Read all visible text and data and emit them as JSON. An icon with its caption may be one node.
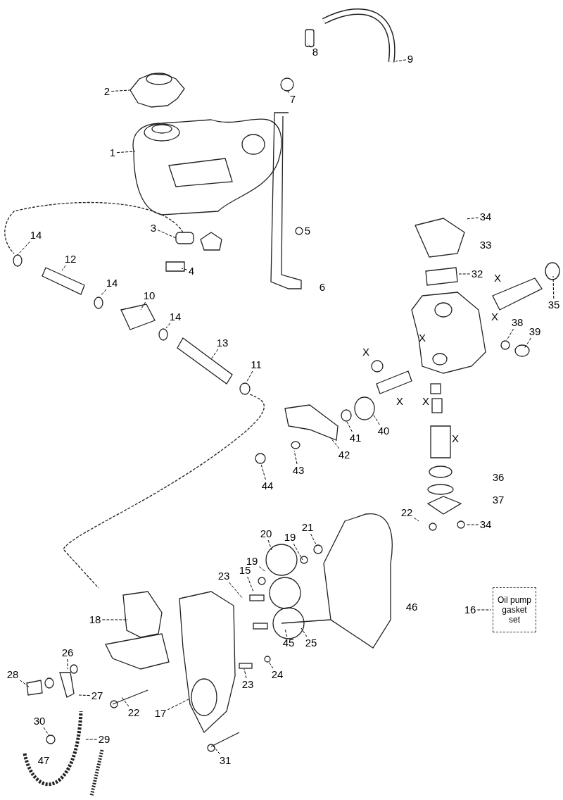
{
  "diagram": {
    "nodes": [
      {
        "text": [
          "8"
        ]
      },
      {
        "text": [
          "9"
        ]
      },
      {
        "text": [
          "2"
        ]
      },
      {
        "text": [
          "7"
        ]
      },
      {
        "text": [
          "1"
        ]
      },
      {
        "text": [
          "3"
        ]
      },
      {
        "text": [
          "14"
        ]
      },
      {
        "text": [
          "12"
        ]
      },
      {
        "text": [
          "4"
        ]
      },
      {
        "text": [
          "14"
        ]
      },
      {
        "text": [
          "10"
        ]
      },
      {
        "text": [
          "14"
        ]
      },
      {
        "text": [
          "13"
        ]
      },
      {
        "text": [
          "11"
        ]
      },
      {
        "text": [
          "32"
        ]
      },
      {
        "text": [
          "34"
        ]
      },
      {
        "text": [
          "35"
        ]
      },
      {
        "text": [
          "38"
        ]
      },
      {
        "text": [
          "39"
        ]
      },
      {
        "text": [
          "40"
        ]
      },
      {
        "text": [
          "41"
        ]
      },
      {
        "text": [
          "42"
        ]
      },
      {
        "text": [
          "43"
        ]
      },
      {
        "text": [
          "44"
        ]
      },
      {
        "text": [
          "22"
        ]
      },
      {
        "text": [
          "34"
        ]
      },
      {
        "text": [
          "20"
        ]
      },
      {
        "text": [
          "21"
        ]
      },
      {
        "text": [
          "19"
        ]
      },
      {
        "text": [
          "19"
        ]
      },
      {
        "text": [
          "23"
        ]
      },
      {
        "text": [
          "15"
        ]
      },
      {
        "text": [
          "16"
        ]
      },
      {
        "text": [
          "Oil pump gasket set"
        ]
      },
      {
        "text": [
          "18"
        ]
      },
      {
        "text": [
          "45"
        ]
      },
      {
        "text": [
          "25"
        ]
      },
      {
        "text": [
          "26"
        ]
      },
      {
        "text": [
          "23"
        ]
      },
      {
        "text": [
          "24"
        ]
      },
      {
        "text": [
          "28"
        ]
      },
      {
        "text": [
          "27"
        ]
      },
      {
        "text": [
          "17"
        ]
      },
      {
        "text": [
          "22"
        ]
      },
      {
        "text": [
          "30"
        ]
      },
      {
        "text": [
          "29"
        ]
      },
      {
        "text": [
          "31"
        ]
      }
    ],
    "edges": [
      {
        "from": 0,
        "to": null,
        "arrow": "none"
      },
      {
        "from": 1,
        "to": null,
        "arrow": "none"
      },
      {
        "from": 2,
        "to": null,
        "arrow": "none"
      },
      {
        "from": 3,
        "to": null,
        "arrow": "none"
      },
      {
        "from": 4,
        "to": null,
        "arrow": "none"
      },
      {
        "from": 5,
        "to": null,
        "arrow": "none"
      },
      {
        "from": 6,
        "to": null,
        "arrow": "none"
      },
      {
        "from": 7,
        "to": null,
        "arrow": "none"
      },
      {
        "from": 8,
        "to": null,
        "arrow": "none"
      },
      {
        "from": 9,
        "to": null,
        "arrow": "none"
      },
      {
        "from": 10,
        "to": null,
        "arrow": "none"
      },
      {
        "from": 11,
        "to": null,
        "arrow": "none"
      },
      {
        "from": 12,
        "to": null,
        "arrow": "none"
      },
      {
        "from": 13,
        "to": null,
        "arrow": "none"
      },
      {
        "from": 14,
        "to": null,
        "arrow": "none"
      },
      {
        "from": 15,
        "to": null,
        "arrow": "none"
      },
      {
        "from": 16,
        "to": null,
        "arrow": "none"
      },
      {
        "from": 17,
        "to": null,
        "arrow": "none"
      },
      {
        "from": 18,
        "to": null,
        "arrow": "none"
      },
      {
        "from": 19,
        "to": null,
        "arrow": "none"
      },
      {
        "from": 20,
        "to": null,
        "arrow": "none"
      },
      {
        "from": 21,
        "to": null,
        "arrow": "none"
      },
      {
        "from": 22,
        "to": null,
        "arrow": "none"
      },
      {
        "from": 23,
        "to": null,
        "arrow": "none"
      },
      {
        "from": 24,
        "to": null,
        "arrow": "none"
      },
      {
        "from": 25,
        "to": null,
        "arrow": "none"
      },
      {
        "from": 26,
        "to": null,
        "arrow": "none"
      },
      {
        "from": 27,
        "to": null,
        "arrow": "none"
      },
      {
        "from": 28,
        "to": null,
        "arrow": "none"
      },
      {
        "from": 29,
        "to": null,
        "arrow": "none"
      },
      {
        "from": 30,
        "to": null,
        "arrow": "none"
      },
      {
        "from": 31,
        "to": null,
        "arrow": "none"
      },
      {
        "from": 32,
        "to": 33,
        "arrow": "none"
      },
      {
        "from": 34,
        "to": null,
        "arrow": "none"
      },
      {
        "from": 35,
        "to": null,
        "arrow": "none"
      },
      {
        "from": 36,
        "to": null,
        "arrow": "none"
      },
      {
        "from": 37,
        "to": null,
        "arrow": "none"
      },
      {
        "from": 38,
        "to": null,
        "arrow": "none"
      },
      {
        "from": 39,
        "to": null,
        "arrow": "none"
      },
      {
        "from": 40,
        "to": null,
        "arrow": "none"
      },
      {
        "from": 41,
        "to": null,
        "arrow": "none"
      },
      {
        "from": 42,
        "to": null,
        "arrow": "none"
      },
      {
        "from": 43,
        "to": null,
        "arrow": "none"
      },
      {
        "from": 44,
        "to": null,
        "arrow": "none"
      },
      {
        "from": 45,
        "to": null,
        "arrow": "none"
      },
      {
        "from": 46,
        "to": null,
        "arrow": "none"
      }
    ],
    "labels": [
      "5",
      "33",
      "X",
      "6",
      "X",
      "X",
      "X",
      "X",
      "X",
      "X",
      "36",
      "37",
      "46",
      "47"
    ]
  }
}
